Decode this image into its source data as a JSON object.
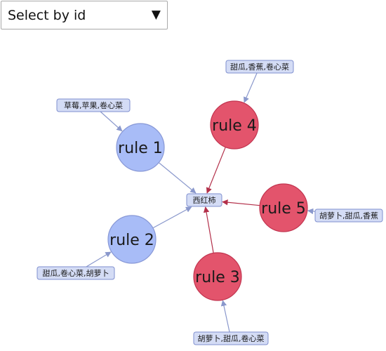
{
  "select": {
    "label": "Select by id",
    "caret": "▼"
  },
  "colors": {
    "antecedent_fill": "#a8bcf7",
    "antecedent_stroke": "#8898d6",
    "consequent_fill": "#e3546c",
    "consequent_stroke": "#c23550",
    "item_fill": "#d4dcf5",
    "item_stroke": "#7f8fcf",
    "edge_antecedent": "#8a98cc",
    "edge_consequent": "#b3304a"
  },
  "graph": {
    "center_item": "西红柿",
    "rules": [
      {
        "id": "rule1",
        "label": "rule 1",
        "group": "antecedent",
        "items": "草莓,苹果,卷心菜"
      },
      {
        "id": "rule2",
        "label": "rule 2",
        "group": "antecedent",
        "items": "甜瓜,卷心菜,胡萝卜"
      },
      {
        "id": "rule3",
        "label": "rule 3",
        "group": "consequent",
        "items": "胡萝卜,甜瓜,卷心菜"
      },
      {
        "id": "rule4",
        "label": "rule 4",
        "group": "consequent",
        "items": "甜瓜,香蕉,卷心菜"
      },
      {
        "id": "rule5",
        "label": "rule 5",
        "group": "consequent",
        "items": "胡萝卜,甜瓜,香蕉"
      }
    ]
  }
}
